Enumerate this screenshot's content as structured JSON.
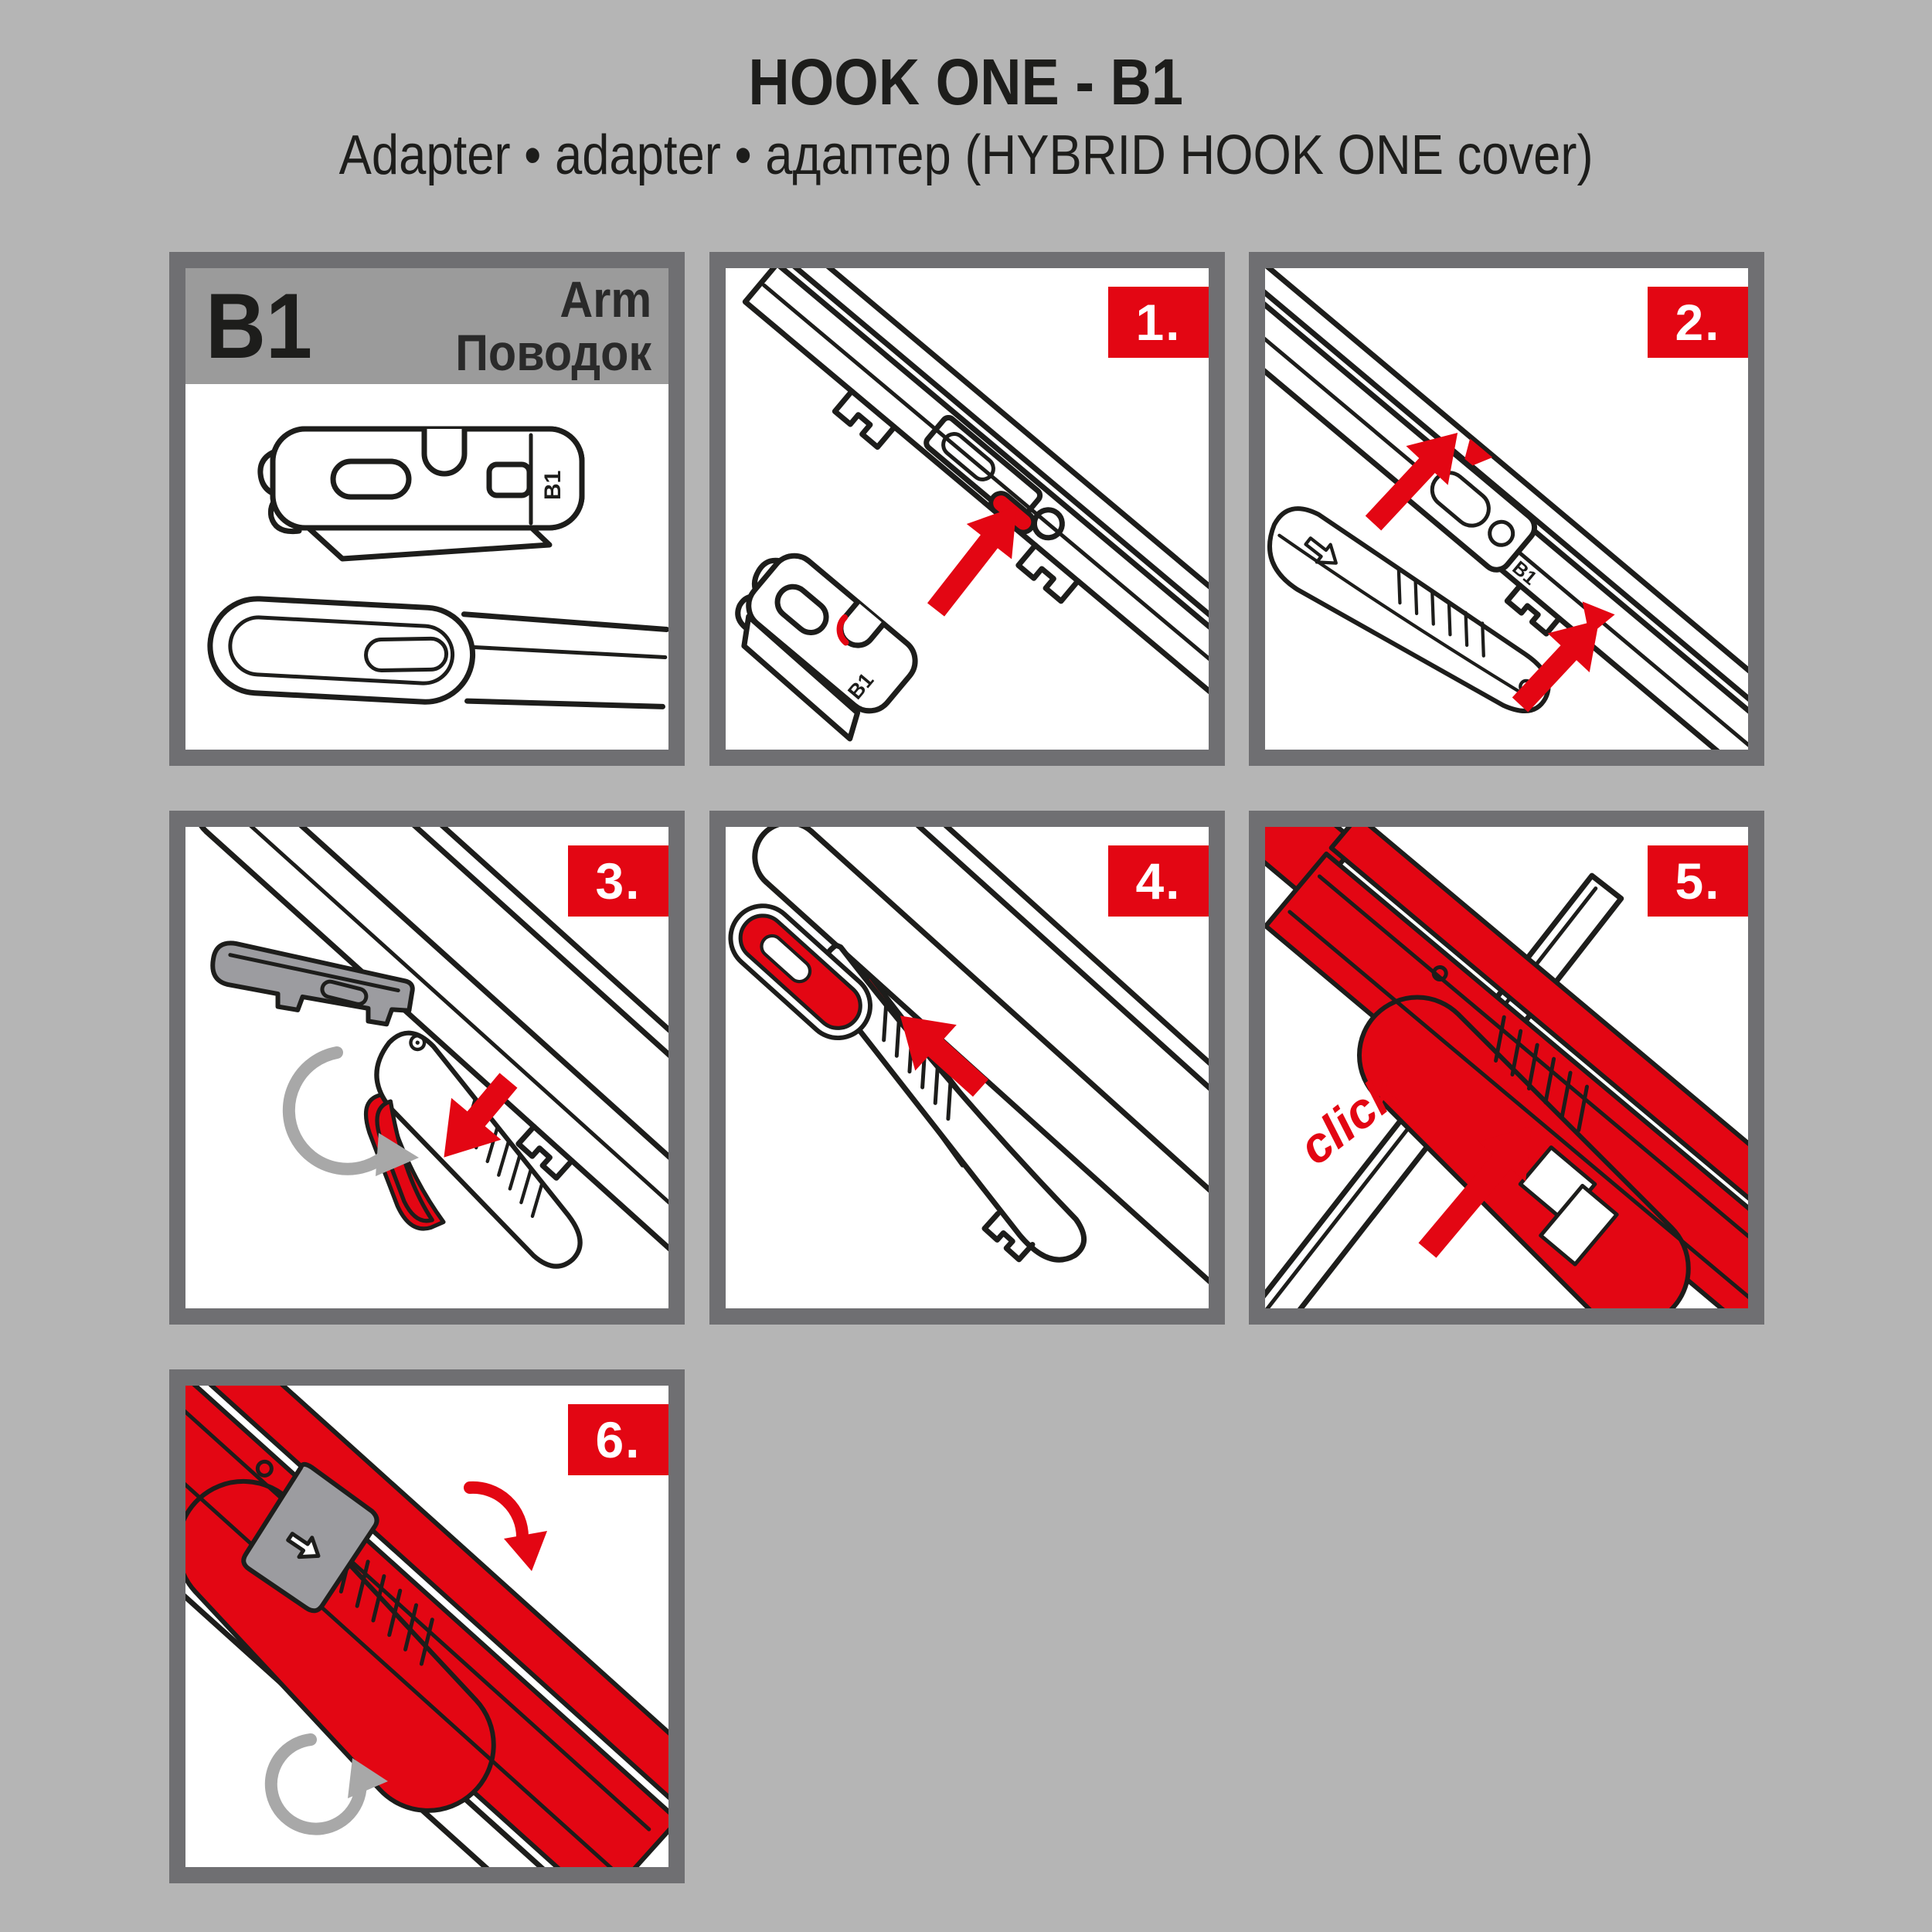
{
  "page": {
    "title": "HOOK ONE - B1",
    "subtitle": "Adapter • adapter • адаптер (HYBRID HOOK ONE cover)"
  },
  "legend": {
    "code": "B1",
    "label_en": "Arm",
    "label_ru": "Поводок",
    "part_label": "B1"
  },
  "steps": [
    {
      "number": "1.",
      "part_label": "B1"
    },
    {
      "number": "2.",
      "part_label": "B1"
    },
    {
      "number": "3."
    },
    {
      "number": "4."
    },
    {
      "number": "5.",
      "annotation": "click"
    },
    {
      "number": "6."
    }
  ],
  "colors": {
    "background": "#b5b5b5",
    "panel_border": "#6f6f72",
    "panel_background": "#ffffff",
    "legend_header": "#9b9b9b",
    "accent_red": "#e30613",
    "line_dark": "#1d1d1b",
    "part_gray": "#9c9ca0",
    "arrow_gray": "#a8a8a8",
    "badge_text": "#ffffff"
  }
}
